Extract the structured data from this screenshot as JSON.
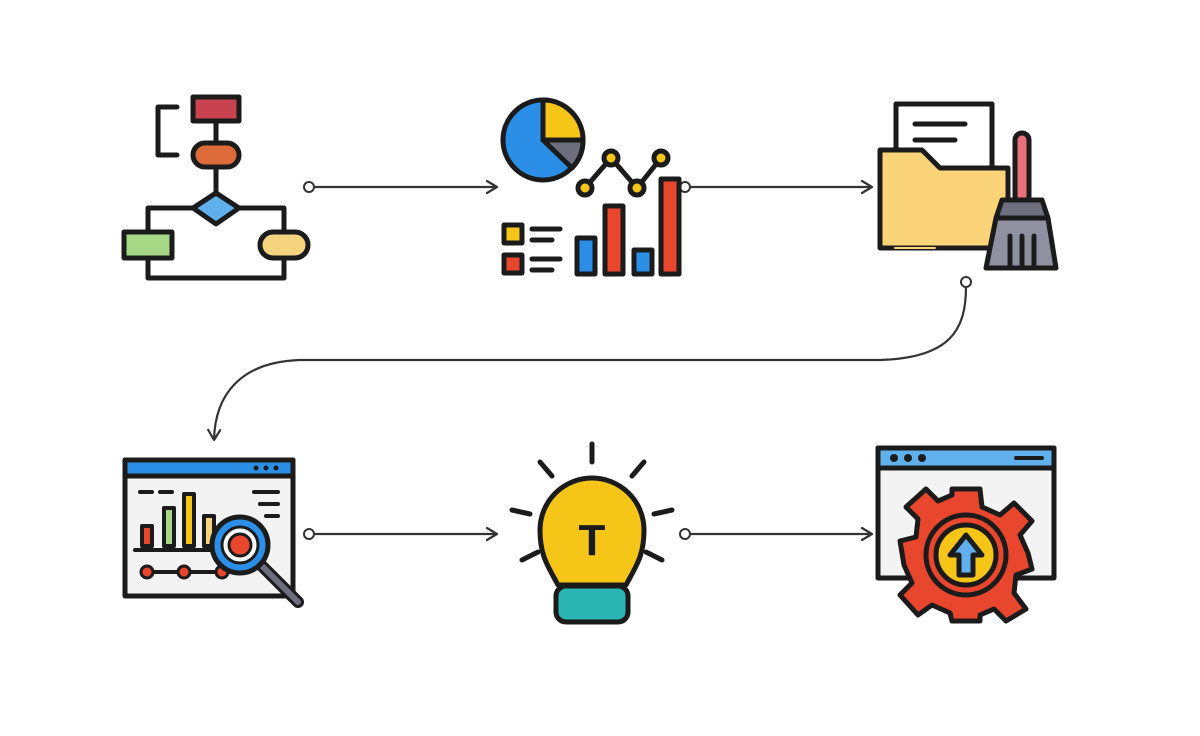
{
  "colors": {
    "outline": "#1b1b1b",
    "connector": "#333333",
    "blue": "#2b8fe8",
    "light_blue": "#5fb0ec",
    "red": "#e8472e",
    "dark_red": "#c9424f",
    "orange": "#de6c3a",
    "yellow": "#f5c518",
    "folder": "#fbd47a",
    "green": "#a6d785",
    "sand": "#f6d37f",
    "teal": "#2bb5b3",
    "gray": "#6d6e7e",
    "panel": "#f3f3f3"
  },
  "steps": [
    {
      "icon": "flowchart-icon"
    },
    {
      "icon": "data-charts-icon"
    },
    {
      "icon": "folder-cleaning-icon"
    },
    {
      "icon": "dashboard-analysis-icon"
    },
    {
      "icon": "lightbulb-insight-icon"
    },
    {
      "icon": "gear-upgrade-icon"
    }
  ],
  "connectors": [
    {
      "from": 1,
      "to": 2
    },
    {
      "from": 2,
      "to": 3
    },
    {
      "from": 3,
      "to": 4
    },
    {
      "from": 4,
      "to": 5
    },
    {
      "from": 5,
      "to": 6
    }
  ],
  "bulb_letter": "T"
}
